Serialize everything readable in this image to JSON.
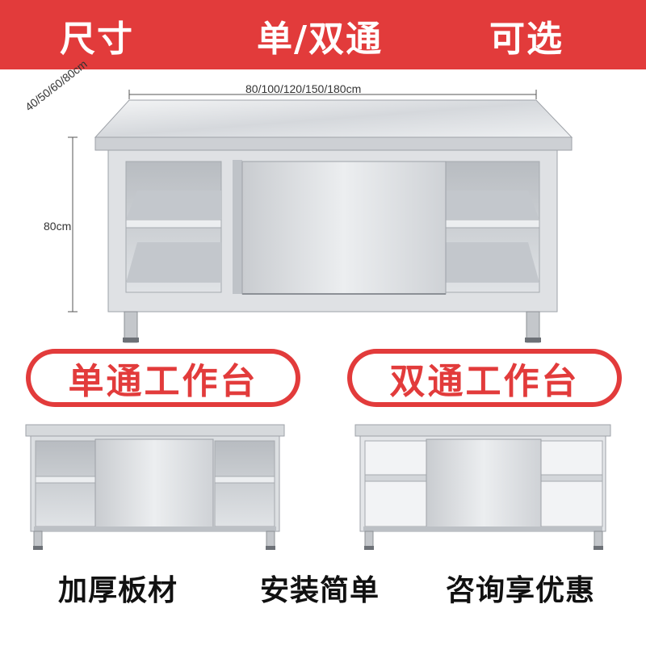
{
  "banner": {
    "left": "尺寸",
    "center": "单/双通",
    "right": "可选",
    "color": "#e23b3b"
  },
  "dimensions": {
    "width": "80/100/120/150/180cm",
    "depth": "40/50/60/80cm",
    "height": "80cm"
  },
  "variants": [
    {
      "label": "单通工作台"
    },
    {
      "label": "双通工作台"
    }
  ],
  "features": [
    "加厚板材",
    "安装简单",
    "咨询享优惠"
  ],
  "colors": {
    "accent": "#e23b3b",
    "steel_light": "#e9eaec",
    "steel_dark": "#9ea2a8"
  }
}
